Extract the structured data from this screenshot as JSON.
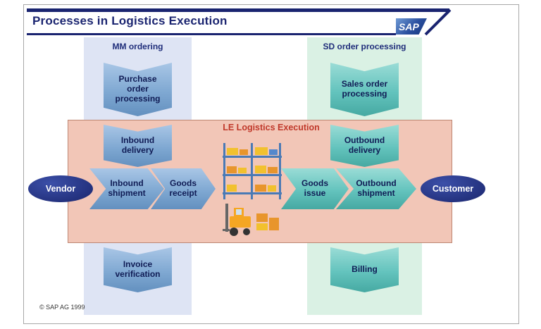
{
  "header": {
    "title": "Processes in Logistics Execution",
    "logo_text": "SAP"
  },
  "columns": {
    "left": {
      "label": "MM ordering",
      "banners": {
        "top": "Purchase order processing",
        "bottom": "Invoice verification"
      }
    },
    "right": {
      "label": "SD order processing",
      "banners": {
        "top": "Sales order processing",
        "bottom": "Billing"
      }
    }
  },
  "le_box": {
    "title": "LE Logistics Execution",
    "inbound_delivery": "Inbound delivery",
    "outbound_delivery": "Outbound delivery",
    "flow": {
      "vendor": "Vendor",
      "customer": "Customer",
      "steps": [
        "Inbound shipment",
        "Goods receipt",
        "Goods issue",
        "Outbound shipment"
      ]
    }
  },
  "footer": {
    "copyright": "© SAP AG 1999"
  },
  "colors": {
    "accent_navy": "#1a2470",
    "mm_column": "#dee4f4",
    "sd_column": "#daf1e4",
    "le_box_fill": "#f2c6b7",
    "blue_shape": "#7fa8d2",
    "teal_shape": "#63c3bd",
    "le_title_red": "#c0392b"
  }
}
